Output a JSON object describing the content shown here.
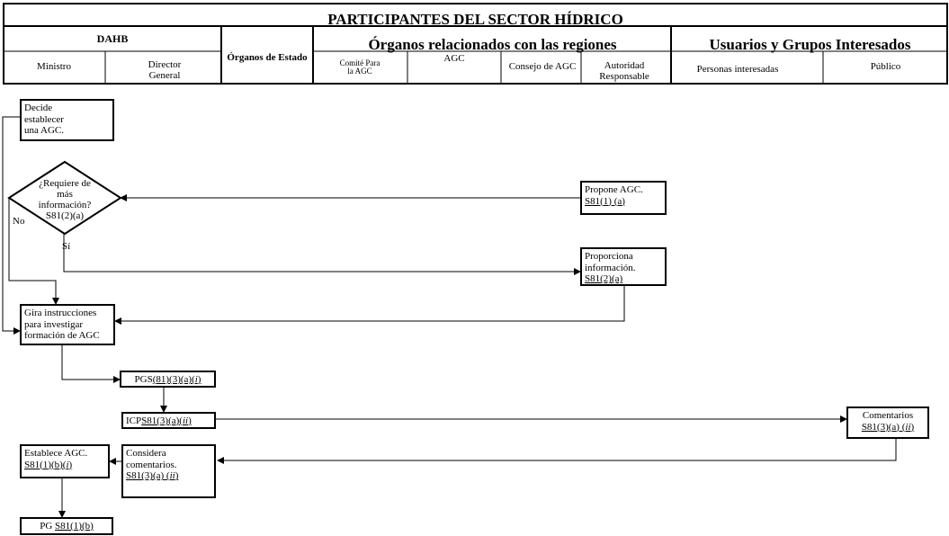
{
  "header": {
    "title": "PARTICIPANTES DEL SECTOR HÍDRICO",
    "groups": {
      "dahb": "DAHB",
      "organos_estado": "Órganos de Estado",
      "regiones": "Órganos relacionados con las regiones",
      "usuarios": "Usuarios y Grupos Interesados"
    },
    "columns": {
      "ministro": "Ministro",
      "director": "Director General",
      "comite": "Comité Para la AGC",
      "agc": "AGC",
      "consejo": "Consejo de AGC",
      "autoridad": "Autoridad Responsable",
      "personas": "Personas interesadas",
      "publico": "Público"
    }
  },
  "nodes": {
    "decide": {
      "text": "Decide\nestablecer\nuna AGC."
    },
    "requiere": {
      "text": "¿Requiere de\nmás\ninformación?",
      "ref": "S81(2)(a)"
    },
    "propone": {
      "text": "Propone AGC.",
      "ref": "S81(1) (a)"
    },
    "proporciona": {
      "text": "Proporciona\ninformación.",
      "ref": "S81(2)(a)"
    },
    "gira": {
      "text": "Gira instrucciones\npara investigar\nformación de AGC"
    },
    "pgs": {
      "prefix": "PGS",
      "ref": "(81)(3)(a)(",
      "ital": "i",
      "suffix": ")"
    },
    "icps": {
      "prefix": "ICP",
      "ref": "S81(3)(a)(",
      "ital": "ii",
      "suffix": ")"
    },
    "comentarios": {
      "text": "Comentarios",
      "ref": "S81(3)(a) (",
      "ital": "ii",
      "suffix": ")"
    },
    "considera": {
      "text": "Considera\ncomentarios.",
      "ref": "S81(3)(a) (",
      "ital": "ii",
      "suffix": ")"
    },
    "establece": {
      "text": "Establece AGC.",
      "ref": "S81(1)(b)(",
      "ital": "i",
      "suffix": ")"
    },
    "pg": {
      "prefix": "PG ",
      "ref": "S81(1)(b)"
    }
  },
  "labels": {
    "no": "No",
    "si": "Sí"
  }
}
